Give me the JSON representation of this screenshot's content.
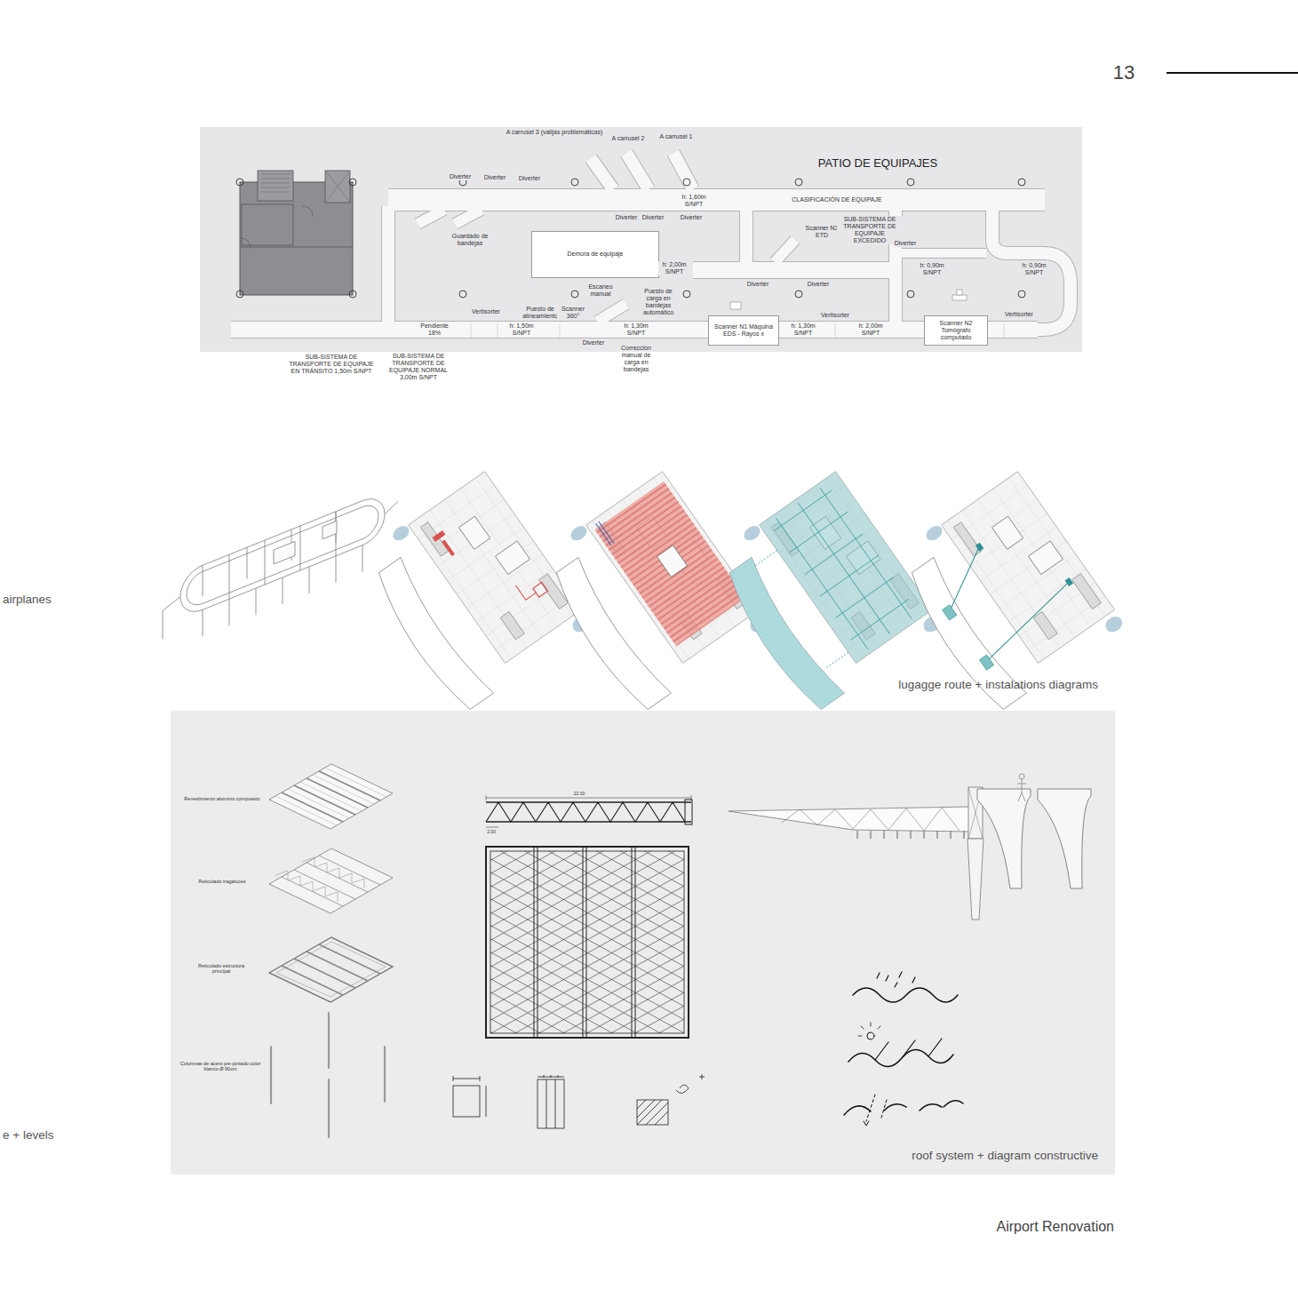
{
  "diagram": {
    "nodes": [
      {
        "text": [
          "Demora de equipaje"
        ]
      },
      {
        "text": [
          "Scanner N1 Máquina EDS - Rayos x"
        ]
      },
      {
        "text": [
          "Scanner N2 Tomógrafo computado"
        ]
      }
    ],
    "labels": [
      "13",
      "A carrusel 3 (valijas problemáticas)",
      "A carrusel 2",
      "A carrusel 1",
      "PATIO DE EQUIPAJES",
      "Diverter",
      "Diverter",
      "Diverter",
      "h: 1,60m S/NPT",
      "CLASIFICACIÓN DE EQUIPAJE",
      "Diverter",
      "Diverter",
      "Diverter",
      "Guardado de bandejas",
      "Scanner N3 ETD",
      "SUB-SISTEMA DE TRANSPORTE DE EQUIPAJE EXCEDIDO",
      "Diverter",
      "h: 2,00m S/NPT",
      "h: 0,90m S/NPT",
      "h: 0,90m S/NPT",
      "Diverter",
      "Diverter",
      "Escaneo manual",
      "Puesto de carga en bandejas automático",
      "Vertisorter",
      "Puesto de alineamiento",
      "Scanner 360°",
      "Vertisorter",
      "Vertisorter",
      "Pendiente 18%",
      "h: 1,50m S/NPT",
      "h: 1,30m S/NPT",
      "h: 1,30m S/NPT",
      "h: 2,00m S/NPT",
      "Diverter",
      "Corrección manual de carga en bandejas",
      "SUB-SISTEMA DE TRANSPORTE DE EQUIPAJE EN TRÁNSITO 1,50m S/NPT",
      "SUB-SISTEMA DE TRANSPORTE DE EQUIPAJE NORMAL 3,00m S/NPT",
      "airplanes",
      "lugagge route + instalations diagrams",
      "Revestimiento aluminio compuesto",
      "Reticulado tragaluces",
      "Reticulado estructura principal",
      "Columnas de acero pre-pintado color blanco Ø 90cm",
      "22.00",
      "2.00",
      "roof system + diagram constructive",
      "e + levels",
      "Airport Renovation"
    ]
  }
}
